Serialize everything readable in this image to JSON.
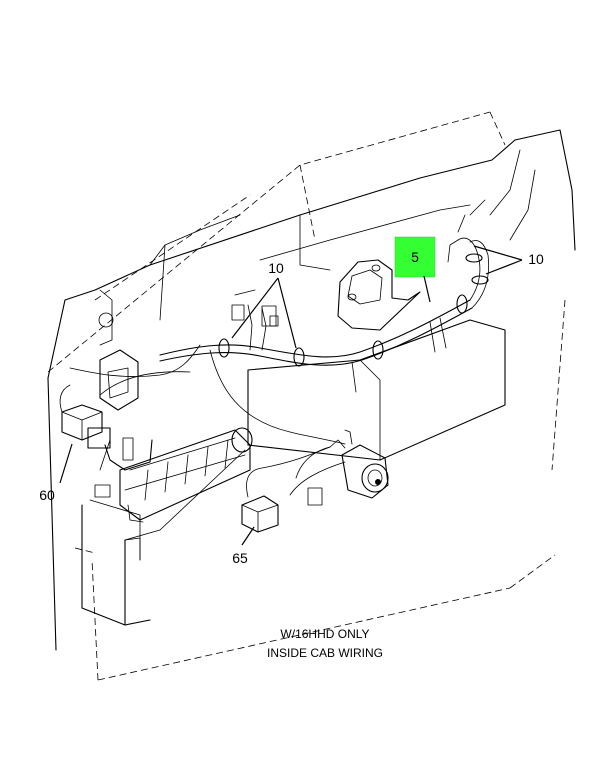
{
  "callouts": {
    "c5": "5",
    "c10_left": "10",
    "c10_right": "10",
    "c60": "60",
    "c65": "65"
  },
  "caption": {
    "line1": "W/16HHD ONLY",
    "line2": "INSIDE CAB WIRING"
  },
  "colors": {
    "highlight": "#33ff33",
    "ink": "#000000",
    "background": "#ffffff"
  }
}
